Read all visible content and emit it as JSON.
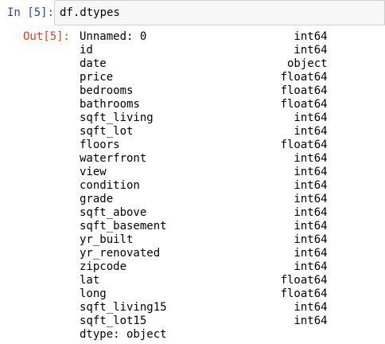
{
  "input_cell": {
    "prompt": "In [5]:",
    "code": "df.dtypes"
  },
  "output_cell": {
    "prompt": "Out[5]:",
    "rows": [
      {
        "name": "Unnamed: 0",
        "dtype": "int64"
      },
      {
        "name": "id",
        "dtype": "int64"
      },
      {
        "name": "date",
        "dtype": "object"
      },
      {
        "name": "price",
        "dtype": "float64"
      },
      {
        "name": "bedrooms",
        "dtype": "float64"
      },
      {
        "name": "bathrooms",
        "dtype": "float64"
      },
      {
        "name": "sqft_living",
        "dtype": "int64"
      },
      {
        "name": "sqft_lot",
        "dtype": "int64"
      },
      {
        "name": "floors",
        "dtype": "float64"
      },
      {
        "name": "waterfront",
        "dtype": "int64"
      },
      {
        "name": "view",
        "dtype": "int64"
      },
      {
        "name": "condition",
        "dtype": "int64"
      },
      {
        "name": "grade",
        "dtype": "int64"
      },
      {
        "name": "sqft_above",
        "dtype": "int64"
      },
      {
        "name": "sqft_basement",
        "dtype": "int64"
      },
      {
        "name": "yr_built",
        "dtype": "int64"
      },
      {
        "name": "yr_renovated",
        "dtype": "int64"
      },
      {
        "name": "zipcode",
        "dtype": "int64"
      },
      {
        "name": "lat",
        "dtype": "float64"
      },
      {
        "name": "long",
        "dtype": "float64"
      },
      {
        "name": "sqft_living15",
        "dtype": "int64"
      },
      {
        "name": "sqft_lot15",
        "dtype": "int64"
      }
    ],
    "footer": "dtype: object"
  },
  "colors": {
    "in_prompt": "#303f9f",
    "out_prompt": "#d84315",
    "input_background": "#f7f7f7",
    "input_border": "#cfcfcf"
  }
}
